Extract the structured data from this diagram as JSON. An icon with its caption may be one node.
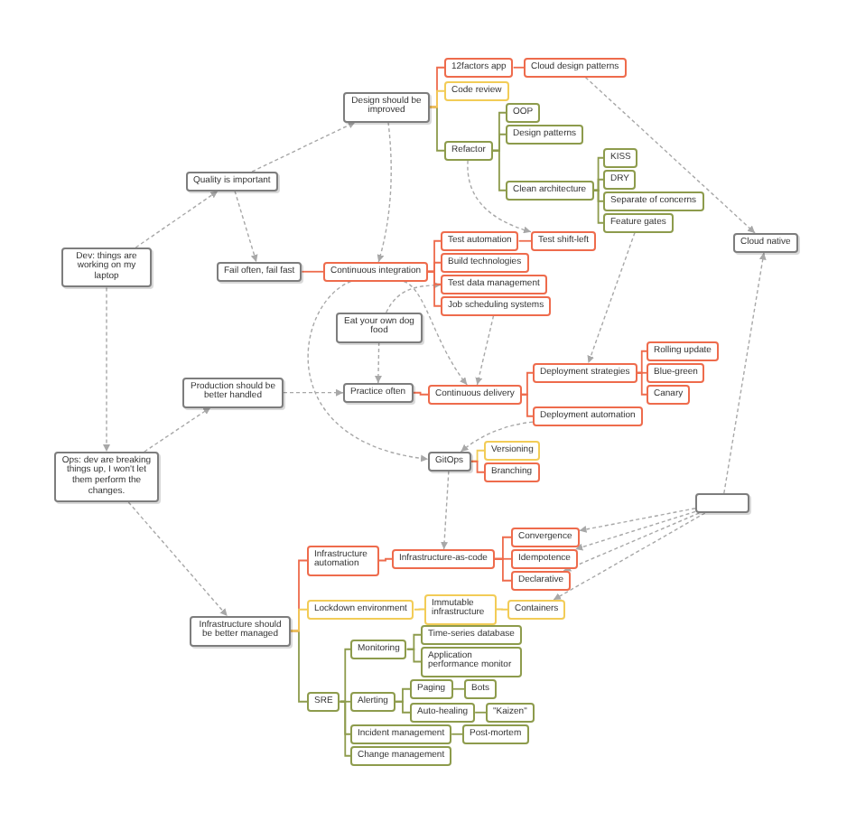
{
  "diagram": {
    "nodes": [
      {
        "text": [
          "Design should be improved"
        ]
      },
      {
        "text": [
          "12factors app"
        ]
      },
      {
        "text": [
          "Cloud design patterns"
        ]
      },
      {
        "text": [
          "Code review"
        ]
      },
      {
        "text": [
          "Refactor"
        ]
      },
      {
        "text": [
          "OOP"
        ]
      },
      {
        "text": [
          "Design patterns"
        ]
      },
      {
        "text": [
          "Clean architecture"
        ]
      },
      {
        "text": [
          "KISS"
        ]
      },
      {
        "text": [
          "DRY"
        ]
      },
      {
        "text": [
          "Separate of concerns"
        ]
      },
      {
        "text": [
          "Feature gates"
        ]
      },
      {
        "text": [
          "Quality is important"
        ]
      },
      {
        "text": [
          "Dev: things are working on my laptop"
        ]
      },
      {
        "text": [
          "Fail often, fail fast"
        ]
      },
      {
        "text": [
          "Continuous integration"
        ]
      },
      {
        "text": [
          "Test automation"
        ]
      },
      {
        "text": [
          "Test shift-left"
        ]
      },
      {
        "text": [
          "Build technologies"
        ]
      },
      {
        "text": [
          "Test data management"
        ]
      },
      {
        "text": [
          "Job scheduling systems"
        ]
      },
      {
        "text": [
          "Cloud native"
        ]
      },
      {
        "text": [
          "Eat your own dog food"
        ]
      },
      {
        "text": [
          "Production should be better handled"
        ]
      },
      {
        "text": [
          "Practice often"
        ]
      },
      {
        "text": [
          "Continuous delivery"
        ]
      },
      {
        "text": [
          "Deployment strategies"
        ]
      },
      {
        "text": [
          "Rolling update"
        ]
      },
      {
        "text": [
          "Blue-green"
        ]
      },
      {
        "text": [
          "Canary"
        ]
      },
      {
        "text": [
          "Deployment automation"
        ]
      },
      {
        "text": [
          "GitOps"
        ]
      },
      {
        "text": [
          "Versioning"
        ]
      },
      {
        "text": [
          "Branching"
        ]
      },
      {
        "text": [
          "Ops: dev are breaking things up, I won't let them perform the changes."
        ]
      },
      {
        "text": [],
        "shape": "box"
      },
      {
        "text": [
          "Infrastructure automation"
        ]
      },
      {
        "text": [
          "Infrastructure-as-code"
        ]
      },
      {
        "text": [
          "Convergence"
        ]
      },
      {
        "text": [
          "Idempotence"
        ]
      },
      {
        "text": [
          "Declarative"
        ]
      },
      {
        "text": [
          "Infrastructure should be better managed"
        ]
      },
      {
        "text": [
          "Lockdown environment"
        ]
      },
      {
        "text": [
          "Immutable infrastructure"
        ]
      },
      {
        "text": [
          "Containers"
        ]
      },
      {
        "text": [
          "Monitoring"
        ]
      },
      {
        "text": [
          "Time-series database"
        ]
      },
      {
        "text": [
          "Application performance monitor"
        ]
      },
      {
        "text": [
          "SRE"
        ]
      },
      {
        "text": [
          "Alerting"
        ]
      },
      {
        "text": [
          "Paging"
        ]
      },
      {
        "text": [
          "Bots"
        ]
      },
      {
        "text": [
          "Auto-healing"
        ]
      },
      {
        "text": [
          "\"Kaizen\""
        ]
      },
      {
        "text": [
          "Incident management"
        ]
      },
      {
        "text": [
          "Post-mortem"
        ]
      },
      {
        "text": [
          "Change management"
        ]
      }
    ],
    "edges": [
      {
        "from": 0,
        "to": 1,
        "arrow": "none",
        "color": "#ee6b4c"
      },
      {
        "from": 0,
        "to": 3,
        "arrow": "none",
        "color": "#f2cc57"
      },
      {
        "from": 0,
        "to": 4,
        "arrow": "none",
        "color": "#8d9b4c"
      },
      {
        "from": 1,
        "to": 2,
        "arrow": "none",
        "color": "#ee6b4c"
      },
      {
        "from": 4,
        "to": 5,
        "arrow": "none",
        "color": "#8d9b4c"
      },
      {
        "from": 4,
        "to": 6,
        "arrow": "none",
        "color": "#8d9b4c"
      },
      {
        "from": 4,
        "to": 7,
        "arrow": "none",
        "color": "#8d9b4c"
      },
      {
        "from": 7,
        "to": 8,
        "arrow": "none",
        "color": "#8d9b4c"
      },
      {
        "from": 7,
        "to": 9,
        "arrow": "none",
        "color": "#8d9b4c"
      },
      {
        "from": 7,
        "to": 10,
        "arrow": "none",
        "color": "#8d9b4c"
      },
      {
        "from": 7,
        "to": 11,
        "arrow": "none",
        "color": "#8d9b4c"
      },
      {
        "from": 14,
        "to": 15,
        "arrow": "none",
        "color": "#ee6b4c"
      },
      {
        "from": 15,
        "to": 16,
        "arrow": "none",
        "color": "#ee6b4c"
      },
      {
        "from": 15,
        "to": 18,
        "arrow": "none",
        "color": "#ee6b4c"
      },
      {
        "from": 15,
        "to": 19,
        "arrow": "none",
        "color": "#ee6b4c"
      },
      {
        "from": 15,
        "to": 20,
        "arrow": "none",
        "color": "#ee6b4c"
      },
      {
        "from": 16,
        "to": 17,
        "arrow": "none",
        "color": "#ee6b4c"
      },
      {
        "from": 24,
        "to": 25,
        "arrow": "none",
        "color": "#ee6b4c"
      },
      {
        "from": 25,
        "to": 26,
        "arrow": "none",
        "color": "#ee6b4c"
      },
      {
        "from": 25,
        "to": 30,
        "arrow": "none",
        "color": "#ee6b4c"
      },
      {
        "from": 26,
        "to": 27,
        "arrow": "none",
        "color": "#ee6b4c"
      },
      {
        "from": 26,
        "to": 28,
        "arrow": "none",
        "color": "#ee6b4c"
      },
      {
        "from": 26,
        "to": 29,
        "arrow": "none",
        "color": "#ee6b4c"
      },
      {
        "from": 31,
        "to": 32,
        "arrow": "none",
        "color": "#f2cc57"
      },
      {
        "from": 31,
        "to": 33,
        "arrow": "none",
        "color": "#ee6b4c"
      },
      {
        "from": 41,
        "to": 36,
        "arrow": "none",
        "color": "#ee6b4c"
      },
      {
        "from": 41,
        "to": 42,
        "arrow": "none",
        "color": "#f2cc57"
      },
      {
        "from": 41,
        "to": 48,
        "arrow": "none",
        "color": "#8d9b4c"
      },
      {
        "from": 36,
        "to": 37,
        "arrow": "none",
        "color": "#ee6b4c"
      },
      {
        "from": 37,
        "to": 38,
        "arrow": "none",
        "color": "#ee6b4c"
      },
      {
        "from": 37,
        "to": 39,
        "arrow": "none",
        "color": "#ee6b4c"
      },
      {
        "from": 37,
        "to": 40,
        "arrow": "none",
        "color": "#ee6b4c"
      },
      {
        "from": 42,
        "to": 43,
        "arrow": "none",
        "color": "#f2cc57"
      },
      {
        "from": 43,
        "to": 44,
        "arrow": "none",
        "color": "#f2cc57"
      },
      {
        "from": 48,
        "to": 45,
        "arrow": "none",
        "color": "#8d9b4c"
      },
      {
        "from": 48,
        "to": 49,
        "arrow": "none",
        "color": "#8d9b4c"
      },
      {
        "from": 48,
        "to": 54,
        "arrow": "none",
        "color": "#8d9b4c"
      },
      {
        "from": 48,
        "to": 56,
        "arrow": "none",
        "color": "#8d9b4c"
      },
      {
        "from": 45,
        "to": 46,
        "arrow": "none",
        "color": "#8d9b4c"
      },
      {
        "from": 45,
        "to": 47,
        "arrow": "none",
        "color": "#8d9b4c"
      },
      {
        "from": 49,
        "to": 50,
        "arrow": "none",
        "color": "#8d9b4c"
      },
      {
        "from": 49,
        "to": 52,
        "arrow": "none",
        "color": "#8d9b4c"
      },
      {
        "from": 50,
        "to": 51,
        "arrow": "none",
        "color": "#8d9b4c"
      },
      {
        "from": 52,
        "to": 53,
        "arrow": "none",
        "color": "#8d9b4c"
      },
      {
        "from": 54,
        "to": 55,
        "arrow": "none",
        "color": "#8d9b4c"
      },
      {
        "from": 13,
        "to": 12,
        "arrow": "to",
        "style": "dashed",
        "color": "#a8a8a8"
      },
      {
        "from": 12,
        "to": 0,
        "arrow": "to",
        "style": "dashed",
        "color": "#a8a8a8"
      },
      {
        "from": 12,
        "to": 14,
        "arrow": "to",
        "style": "dashed",
        "color": "#a8a8a8"
      },
      {
        "from": 13,
        "to": 34,
        "arrow": "to",
        "style": "dashed",
        "color": "#a8a8a8"
      },
      {
        "from": 34,
        "to": 23,
        "arrow": "to",
        "style": "dashed",
        "color": "#a8a8a8"
      },
      {
        "from": 34,
        "to": 41,
        "arrow": "to",
        "style": "dashed",
        "color": "#a8a8a8"
      },
      {
        "from": 23,
        "to": 24,
        "arrow": "to",
        "style": "dashed",
        "color": "#a8a8a8"
      },
      {
        "from": 22,
        "to": 24,
        "arrow": "to",
        "style": "dashed",
        "color": "#a8a8a8"
      },
      {
        "from": 0,
        "to": 15,
        "arrow": "to",
        "style": "dashed",
        "color": "#a8a8a8"
      },
      {
        "from": 4,
        "to": 17,
        "arrow": "to",
        "style": "dashed",
        "color": "#a8a8a8"
      },
      {
        "from": 2,
        "to": 21,
        "arrow": "to",
        "style": "dashed",
        "color": "#a8a8a8"
      },
      {
        "from": 35,
        "to": 21,
        "arrow": "to",
        "style": "dashed",
        "color": "#a8a8a8"
      },
      {
        "from": 11,
        "to": 26,
        "arrow": "to",
        "style": "dashed",
        "color": "#a8a8a8"
      },
      {
        "from": 20,
        "to": 25,
        "arrow": "to",
        "style": "dashed",
        "color": "#a8a8a8"
      },
      {
        "from": 15,
        "to": 31,
        "arrow": "to",
        "style": "dashed",
        "color": "#a8a8a8"
      },
      {
        "from": 30,
        "to": 31,
        "arrow": "to",
        "style": "dashed",
        "color": "#a8a8a8"
      },
      {
        "from": 31,
        "to": 37,
        "arrow": "to",
        "style": "dashed",
        "color": "#a8a8a8"
      },
      {
        "from": 35,
        "to": 38,
        "arrow": "to",
        "style": "dashed",
        "color": "#a8a8a8"
      },
      {
        "from": 35,
        "to": 39,
        "arrow": "to",
        "style": "dashed",
        "color": "#a8a8a8"
      },
      {
        "from": 35,
        "to": 40,
        "arrow": "to",
        "style": "dashed",
        "color": "#a8a8a8"
      },
      {
        "from": 35,
        "to": 44,
        "arrow": "to",
        "style": "dashed",
        "color": "#a8a8a8"
      },
      {
        "from": 22,
        "to": 19,
        "arrow": "to",
        "style": "dashed",
        "color": "#a8a8a8"
      },
      {
        "from": 15,
        "to": 25,
        "arrow": "to",
        "style": "dashed",
        "color": "#a8a8a8"
      }
    ]
  }
}
